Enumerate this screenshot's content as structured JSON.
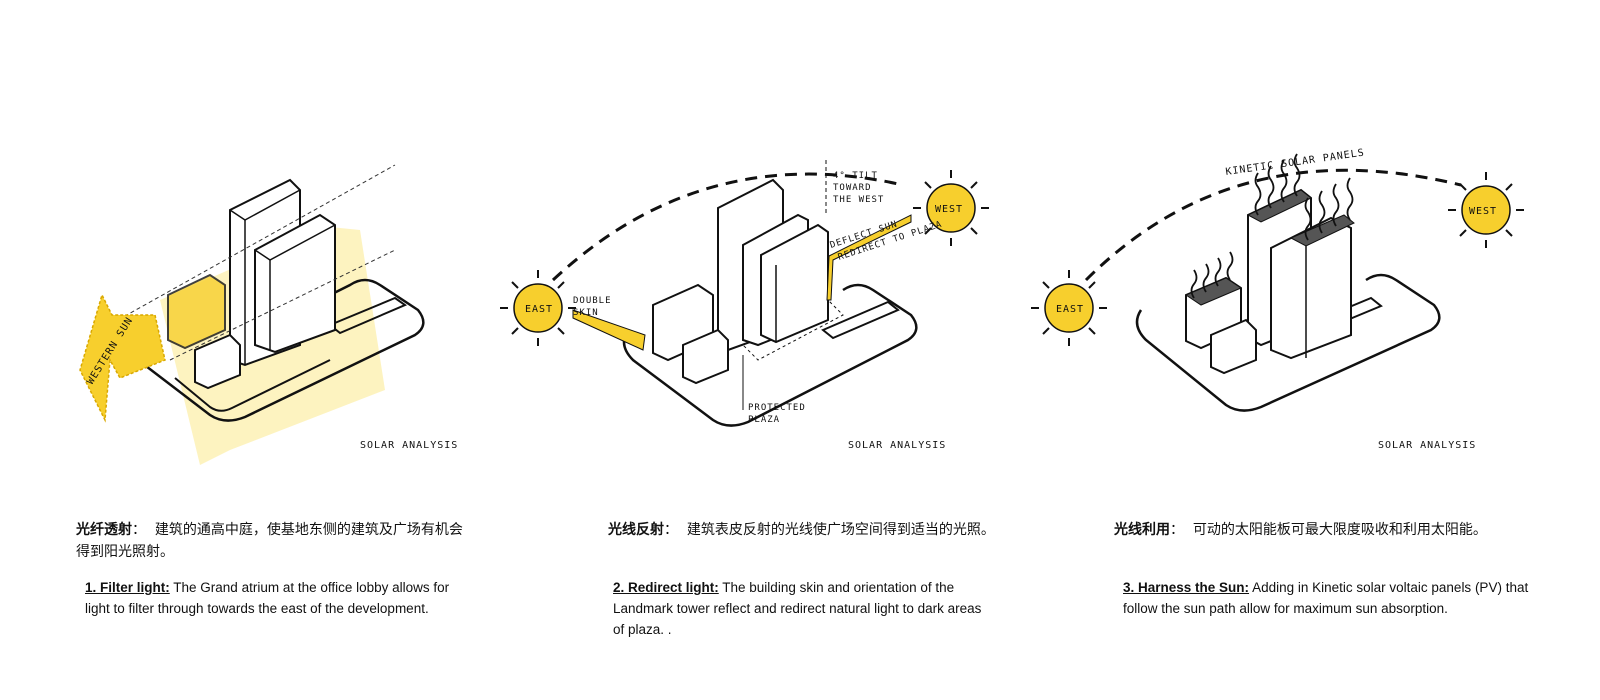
{
  "panels": [
    {
      "sketch": {
        "sun_label": "WESTERN SUN",
        "caption": "SOLAR ANALYSIS"
      },
      "cn_heading": "光纤透射",
      "cn_sep": "：",
      "cn_text": "建筑的通高中庭，使基地东侧的建筑及广场有机会得到阳光照射。",
      "en_heading": "1. Filter light:",
      "en_text": "The Grand atrium at the office lobby allows for light to filter through towards the east of the development."
    },
    {
      "sketch": {
        "east": "EAST",
        "west": "WEST",
        "double_skin_1": "DOUBLE",
        "double_skin_2": "SKIN",
        "tilt_1": "4° TILT",
        "tilt_2": "TOWARD",
        "tilt_3": "THE WEST",
        "deflect_1": "DEFLECT SUN",
        "deflect_2": "REDIRECT TO PLAZA",
        "plaza_1": "PROTECTED",
        "plaza_2": "PLAZA",
        "caption": "SOLAR ANALYSIS"
      },
      "cn_heading": "光线反射",
      "cn_sep": "：",
      "cn_text": "建筑表皮反射的光线使广场空间得到适当的光照。",
      "en_heading": "2. Redirect light:",
      "en_text": "The building skin and orientation of the Landmark tower reflect and redirect natural light to dark areas of plaza. ."
    },
    {
      "sketch": {
        "east": "EAST",
        "west": "WEST",
        "panels_label": "KINETIC SOLAR PANELS",
        "caption": "SOLAR ANALYSIS"
      },
      "cn_heading": "光线利用",
      "cn_sep": "：",
      "cn_text": "可动的太阳能板可最大限度吸收和利用太阳能。",
      "en_heading": "3. Harness the Sun:",
      "en_text": "Adding in Kinetic solar voltaic panels (PV) that follow the sun path allow for maximum sun absorption."
    }
  ],
  "colors": {
    "sun": "#f7cf2d",
    "highlight": "#f9dc5c",
    "ink": "#111111"
  }
}
